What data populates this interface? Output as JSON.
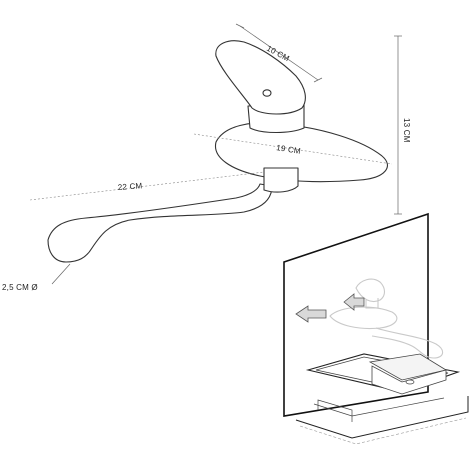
{
  "dimensions": {
    "handle_width": "10 CM",
    "height": "13 CM",
    "body_width": "19 CM",
    "spout_length": "22 CM",
    "outlet_diameter": "2,5 CM Ø"
  },
  "icons": {
    "water_flow_arrow": "arrow-left-icon",
    "handle_motion_arrow": "arrow-left-icon"
  },
  "colors": {
    "line": "#333333",
    "label": "#222222",
    "arrow_fill": "#d9d9d9",
    "panel_edge": "#111111"
  }
}
